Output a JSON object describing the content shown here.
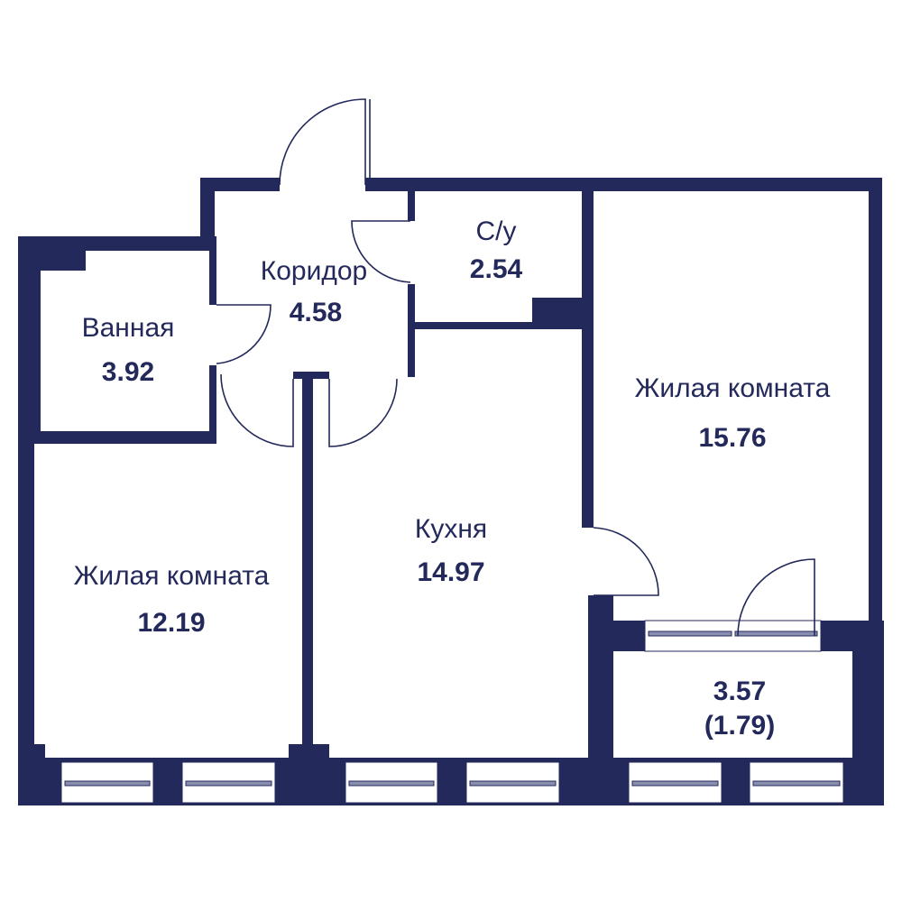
{
  "rooms": {
    "corridor": {
      "name": "Коридор",
      "area": "4.58"
    },
    "bathroom": {
      "name": "Ванная",
      "area": "3.92"
    },
    "toilet": {
      "name": "С/у",
      "area": "2.54"
    },
    "living_room_1": {
      "name": "Жилая комната",
      "area": "15.76"
    },
    "kitchen": {
      "name": "Кухня",
      "area": "14.97"
    },
    "living_room_2": {
      "name": "Жилая комната",
      "area": "12.19"
    },
    "balcony": {
      "area": "3.57",
      "reduced_area": "(1.79)"
    }
  },
  "colors": {
    "wall": "#23295a",
    "background": "#ffffff"
  }
}
